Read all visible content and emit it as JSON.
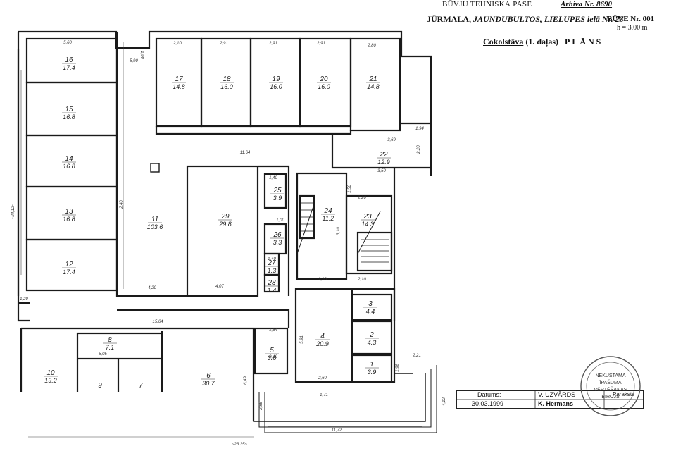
{
  "header": {
    "top": "BŪVJU TEHNISKĀ PASE",
    "archive": "Arhiva Nr. 8690",
    "city": "JŪRMALĀ,",
    "address": "JAUNDUBULTOS, LIELUPES ielā Nr. 23",
    "building": "BŪVE Nr. 001",
    "height": "h = 3,00 m",
    "floor_label": "Cokolstāva",
    "floor_part": "(1. daļas)",
    "plan_word": "PLĀNS"
  },
  "rooms": [
    {
      "num": "16",
      "area": "17.4"
    },
    {
      "num": "15",
      "area": "16.8"
    },
    {
      "num": "14",
      "area": "16.8"
    },
    {
      "num": "13",
      "area": "16.8"
    },
    {
      "num": "12",
      "area": "17.4"
    },
    {
      "num": "11",
      "area": "103.6"
    },
    {
      "num": "17",
      "area": "14.8"
    },
    {
      "num": "18",
      "area": "16.0"
    },
    {
      "num": "19",
      "area": "16.0"
    },
    {
      "num": "20",
      "area": "16.0"
    },
    {
      "num": "21",
      "area": "14.8"
    },
    {
      "num": "22",
      "area": "12.9"
    },
    {
      "num": "29",
      "area": "29.8"
    },
    {
      "num": "25",
      "area": "3.9"
    },
    {
      "num": "26",
      "area": "3.3"
    },
    {
      "num": "27",
      "area": "1.3"
    },
    {
      "num": "28",
      "area": "1.4"
    },
    {
      "num": "24",
      "area": "11.2"
    },
    {
      "num": "23",
      "area": "14.3"
    },
    {
      "num": "3",
      "area": "4.4"
    },
    {
      "num": "2",
      "area": "4.3"
    },
    {
      "num": "1",
      "area": "3.9"
    },
    {
      "num": "4",
      "area": "20.9"
    },
    {
      "num": "5",
      "area": "3.6"
    },
    {
      "num": "6",
      "area": "30.7"
    },
    {
      "num": "8",
      "area": "7.1"
    },
    {
      "num": "10",
      "area": "19.2"
    },
    {
      "num": "9",
      "area": ""
    },
    {
      "num": "7",
      "area": ""
    }
  ],
  "dims": {
    "d01": "5,60",
    "d02": "5,90",
    "d03": "2,10",
    "d04": "2,91",
    "d05": "2,91",
    "d06": "2,91",
    "d07": "2,80",
    "d08": "1,90",
    "d09": "11,64",
    "d10": "~24,12~",
    "d11": "4,20",
    "d12": "15,64",
    "d13": "4,07",
    "d14": "1,00",
    "d15": "2,10",
    "d16": "2,10",
    "d17": "3,69",
    "d18": "1,94",
    "d19": "2,20",
    "d20": "2,60",
    "d21": "1,71",
    "d22": "~23,35~",
    "d23": "11,72",
    "d24": "1,98",
    "d25": "2,21",
    "d26": "5,91",
    "d27": "1,64",
    "d28": "5,05",
    "d29": "1,20",
    "d30": "3,50",
    "d31": "2,20",
    "d32": "3,10",
    "d33": "4,12",
    "d34": "2,86",
    "d35": "6,49",
    "d36": "1,40",
    "d37": "1,40",
    "d38": "2,40",
    "d39": "1,50",
    "d40": "0,40"
  },
  "stamp": {
    "datums_label": "Datums:",
    "date": "30.03.1999",
    "name_label": "V. UZVĀRDS",
    "name": "K. Hermans",
    "paraksts_label": "Paraksts"
  },
  "seal": {
    "line1": "NEKUSTAMĀ",
    "line2": "ĪPAŠUMA",
    "line3": "VĒRTĒŠANAS",
    "line4": "BIROJS"
  }
}
